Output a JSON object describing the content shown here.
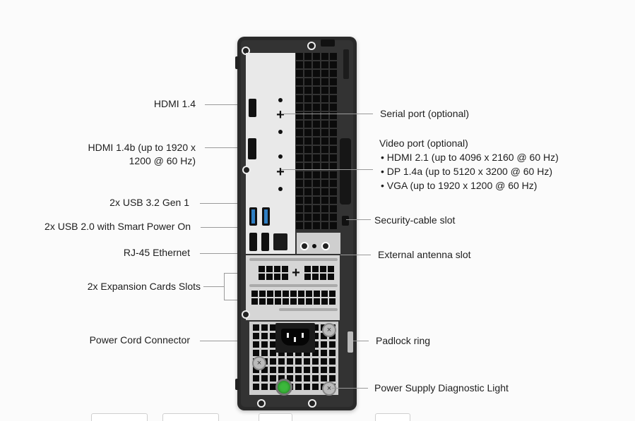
{
  "diagram": {
    "subject": "Desktop computer rear panel",
    "labels_left": [
      {
        "id": "hdmi14",
        "text": "HDMI 1.4"
      },
      {
        "id": "hdmi14b_line1",
        "text": "HDMI 1.4b (up to 1920 x"
      },
      {
        "id": "hdmi14b_line2",
        "text": "1200 @ 60 Hz)"
      },
      {
        "id": "usb32",
        "text": "2x USB 3.2 Gen 1"
      },
      {
        "id": "usb20",
        "text": "2x USB 2.0 with Smart Power On"
      },
      {
        "id": "rj45",
        "text": "RJ-45 Ethernet"
      },
      {
        "id": "expansion",
        "text": "2x Expansion Cards Slots"
      },
      {
        "id": "power_cord",
        "text": "Power Cord Connector"
      }
    ],
    "labels_right": [
      {
        "id": "serial",
        "text": "Serial port (optional)"
      },
      {
        "id": "video_title",
        "text": "Video port (optional)"
      },
      {
        "id": "video_hdmi21",
        "text": "• HDMI 2.1 (up to 4096 x 2160 @ 60 Hz)"
      },
      {
        "id": "video_dp14a",
        "text": "• DP 1.4a (up to 5120 x 3200 @ 60 Hz)"
      },
      {
        "id": "video_vga",
        "text": "• VGA (up to 1920 x 1200 @ 60 Hz)"
      },
      {
        "id": "security",
        "text": "Security-cable slot"
      },
      {
        "id": "antenna",
        "text": "External antenna slot"
      },
      {
        "id": "padlock",
        "text": "Padlock ring"
      },
      {
        "id": "psu_light",
        "text": "Power Supply Diagnostic Light"
      }
    ],
    "colors": {
      "background": "#fbfbfb",
      "case": "#2a2a2a",
      "io_panel": "#e9e9e9",
      "usb3_blue": "#2f7fc4",
      "psu_led_green": "#3cb83c",
      "leader_line": "#9a9a9a"
    }
  }
}
